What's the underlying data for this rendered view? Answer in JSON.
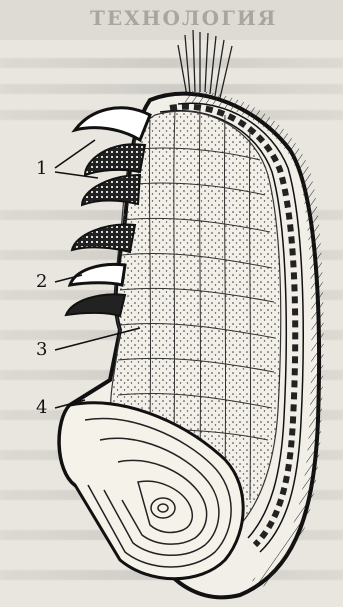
{
  "diagram": {
    "header_text": "ТЕХНОЛОГИЯ",
    "labels": [
      "1",
      "2",
      "3",
      "4"
    ]
  }
}
